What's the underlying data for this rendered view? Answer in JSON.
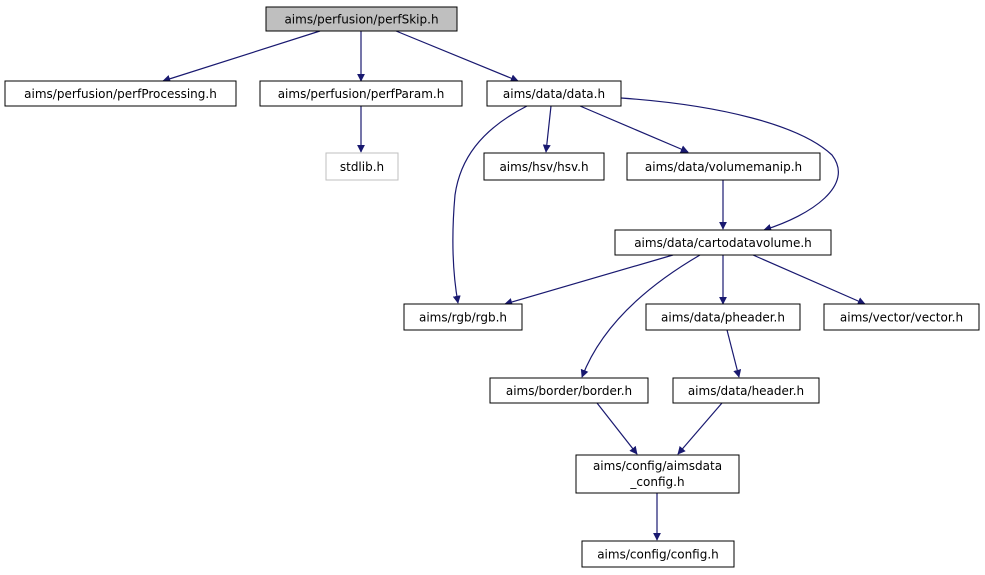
{
  "graph": {
    "nodes": {
      "perfskip": "aims/perfusion/perfSkip.h",
      "perfprocessing": "aims/perfusion/perfProcessing.h",
      "perfparam": "aims/perfusion/perfParam.h",
      "data": "aims/data/data.h",
      "stdlib": "stdlib.h",
      "hsv": "aims/hsv/hsv.h",
      "volumemanip": "aims/data/volumemanip.h",
      "cartodatavolume": "aims/data/cartodatavolume.h",
      "rgb": "aims/rgb/rgb.h",
      "pheader": "aims/data/pheader.h",
      "vector": "aims/vector/vector.h",
      "border": "aims/border/border.h",
      "header": "aims/data/header.h",
      "aimsdata_config_1": "aims/config/aimsdata",
      "aimsdata_config_2": "_config.h",
      "config": "aims/config/config.h"
    },
    "colors": {
      "edge": "#191970",
      "root_fill": "#bfbfbf",
      "external_border": "#bfbfbf"
    }
  }
}
